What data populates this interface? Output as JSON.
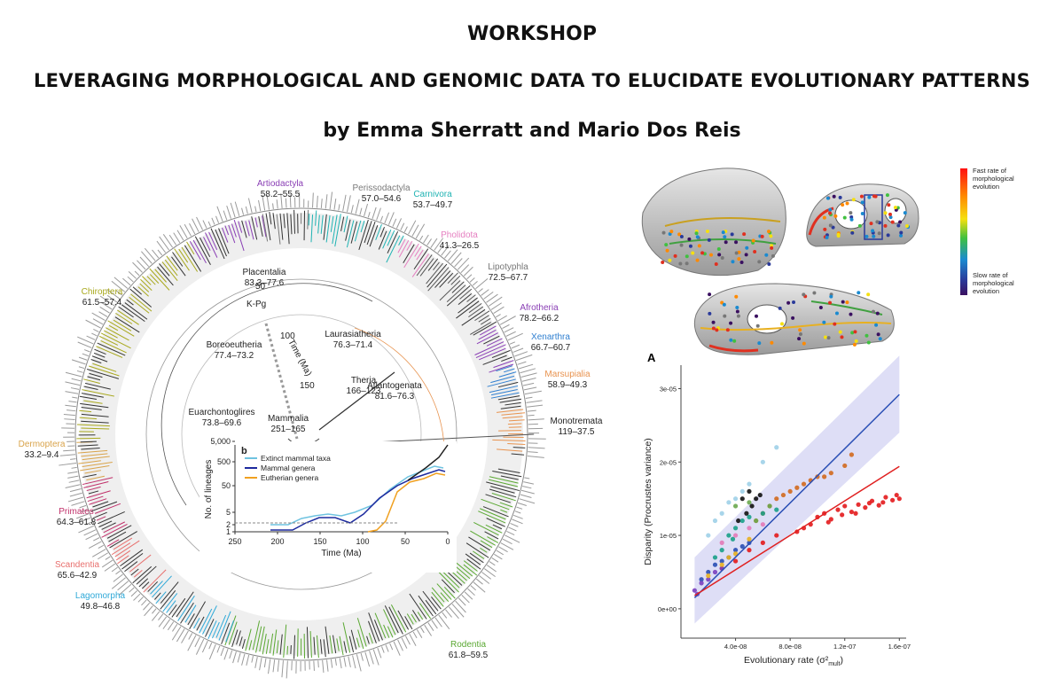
{
  "header": {
    "line1": "WORKSHOP",
    "line2": "LEVERAGING MORPHOLOGICAL AND GENOMIC DATA TO ELUCIDATE EVOLUTIONARY PATTERNS",
    "line3": "by Emma Sherratt and Mario Dos Reis"
  },
  "tree": {
    "clades": [
      {
        "name": "Artiodactyla",
        "range": "58.2–55.5",
        "color": "#8a3fb5"
      },
      {
        "name": "Perissodactyla",
        "range": "57.0–54.6",
        "color": "#7a7a7a"
      },
      {
        "name": "Carnivora",
        "range": "53.7–49.7",
        "color": "#1fb3b3"
      },
      {
        "name": "Pholidota",
        "range": "41.3–26.5",
        "color": "#e57fc0"
      },
      {
        "name": "Lipotyphla",
        "range": "72.5–67.7",
        "color": "#777777"
      },
      {
        "name": "Afrotheria",
        "range": "78.2–66.2",
        "color": "#8a3fb5"
      },
      {
        "name": "Xenarthra",
        "range": "66.7–60.7",
        "color": "#2f7fd0"
      },
      {
        "name": "Marsupialia",
        "range": "58.9–49.3",
        "color": "#e8934f"
      },
      {
        "name": "Monotremata",
        "range": "119–37.5",
        "color": "#222222"
      },
      {
        "name": "Rodentia",
        "range": "61.8–59.5",
        "color": "#5aa832"
      },
      {
        "name": "Lagomorpha",
        "range": "49.8–46.8",
        "color": "#2fa9d8"
      },
      {
        "name": "Scandentia",
        "range": "65.6–42.9",
        "color": "#e8706e"
      },
      {
        "name": "Primates",
        "range": "64.3–61.8",
        "color": "#c0306a"
      },
      {
        "name": "Dermoptera",
        "range": "33.2–9.4",
        "color": "#d9a34a"
      },
      {
        "name": "Chiroptera",
        "range": "61.5–57.4",
        "color": "#a8a81c"
      }
    ],
    "nodes": [
      {
        "name": "Placentalia",
        "range": "83.3–77.6"
      },
      {
        "name": "Laurasiatheria",
        "range": "76.3–71.4"
      },
      {
        "name": "Boreoeutheria",
        "range": "77.4–73.2"
      },
      {
        "name": "Theria",
        "range": "166–123"
      },
      {
        "name": "Atlantogenata",
        "range": "81.6–76.3"
      },
      {
        "name": "Euarchontoglires",
        "range": "73.8–69.6"
      },
      {
        "name": "Mammalia",
        "range": "251–165"
      }
    ],
    "time_axis": {
      "label": "Time (Ma)",
      "ticks": [
        "50",
        "100",
        "150"
      ],
      "kpg": "K-Pg"
    }
  },
  "inset": {
    "panel": "b",
    "ylabel": "No. of lineages",
    "xlabel": "Time (Ma)",
    "yticks": [
      "1",
      "2",
      "5",
      "50",
      "500",
      "5,000"
    ],
    "xticks": [
      "250",
      "200",
      "150",
      "100",
      "50",
      "0"
    ],
    "legend": [
      {
        "name": "Extinct mammal taxa",
        "color": "#6fc3e0"
      },
      {
        "name": "Mammal genera",
        "color": "#1d2a9e"
      },
      {
        "name": "Eutherian genera",
        "color": "#f0a020"
      }
    ]
  },
  "colorbar": {
    "top_label_lines": [
      "Fast rate of",
      "morphological",
      "evolution"
    ],
    "bottom_label_lines": [
      "Slow rate of",
      "morphological",
      "evolution"
    ]
  },
  "chart_data": {
    "type": "scatter",
    "panel": "A",
    "xlabel": "Evolutionary rate (σ²",
    "xlabel_sub": "mult",
    "ylabel": "Disparity (Procrustes variance)",
    "xticks": [
      {
        "v": 4e-08,
        "label": "4.0e-08"
      },
      {
        "v": 8e-08,
        "label": "8.0e-08"
      },
      {
        "v": 1.2e-07,
        "label": "1.2e-07"
      },
      {
        "v": 1.6e-07,
        "label": "1.6e-07"
      }
    ],
    "yticks": [
      {
        "v": 0,
        "label": "0e+00"
      },
      {
        "v": 1e-05,
        "label": "1e-05"
      },
      {
        "v": 2e-05,
        "label": "2e-05"
      },
      {
        "v": 3e-05,
        "label": "3e-05"
      }
    ],
    "xlim": [
      0,
      1.65e-07
    ],
    "ylim": [
      -4e-06,
      3.32e-05
    ],
    "fits": [
      {
        "color": "#2a4fb5",
        "x": [
          1e-08,
          1.6e-07
        ],
        "y": [
          1.5e-06,
          2.92e-05
        ]
      },
      {
        "color": "#e02020",
        "x": [
          1e-08,
          1.6e-07
        ],
        "y": [
          1.8e-06,
          1.94e-05
        ]
      }
    ],
    "groups": [
      {
        "color": "#e31a1c",
        "points": [
          [
            1e-07,
            1.25e-05
          ],
          [
            1.05e-07,
            1.3e-05
          ],
          [
            1.1e-07,
            1.22e-05
          ],
          [
            1.15e-07,
            1.35e-05
          ],
          [
            1.2e-07,
            1.4e-05
          ],
          [
            1.25e-07,
            1.32e-05
          ],
          [
            1.3e-07,
            1.42e-05
          ],
          [
            1.35e-07,
            1.38e-05
          ],
          [
            1.4e-07,
            1.47e-05
          ],
          [
            1.45e-07,
            1.41e-05
          ],
          [
            1.5e-07,
            1.52e-05
          ],
          [
            1.55e-07,
            1.48e-05
          ],
          [
            1.6e-07,
            1.5e-05
          ],
          [
            9.5e-08,
            1.15e-05
          ],
          [
            9e-08,
            1.1e-05
          ],
          [
            8.5e-08,
            1.05e-05
          ],
          [
            1.28e-07,
            1.3e-05
          ],
          [
            1.38e-07,
            1.44e-05
          ],
          [
            1.48e-07,
            1.45e-05
          ],
          [
            1.58e-07,
            1.55e-05
          ],
          [
            7e-08,
            1e-05
          ],
          [
            6e-08,
            9e-06
          ],
          [
            5e-08,
            8e-06
          ],
          [
            4e-08,
            6.5e-06
          ],
          [
            3e-08,
            5.5e-06
          ],
          [
            1.18e-07,
            1.28e-05
          ],
          [
            1.08e-07,
            1.18e-05
          ]
        ]
      },
      {
        "color": "#d2691e",
        "points": [
          [
            6e-08,
            1.3e-05
          ],
          [
            7e-08,
            1.5e-05
          ],
          [
            8e-08,
            1.6e-05
          ],
          [
            9e-08,
            1.7e-05
          ],
          [
            1e-07,
            1.8e-05
          ],
          [
            1.1e-07,
            1.85e-05
          ],
          [
            1.2e-07,
            1.95e-05
          ],
          [
            1.25e-07,
            2.1e-05
          ],
          [
            6.5e-08,
            1.4e-05
          ],
          [
            7.5e-08,
            1.55e-05
          ],
          [
            8.5e-08,
            1.65e-05
          ],
          [
            5.5e-08,
            1.2e-05
          ],
          [
            9.5e-08,
            1.75e-05
          ],
          [
            1.05e-07,
            1.8e-05
          ]
        ]
      },
      {
        "color": "#111111",
        "points": [
          [
            4.5e-08,
            1.5e-05
          ],
          [
            5e-08,
            1.6e-05
          ],
          [
            5.5e-08,
            1.5e-05
          ],
          [
            5.2e-08,
            1.4e-05
          ],
          [
            4.8e-08,
            1.3e-05
          ],
          [
            5.8e-08,
            1.55e-05
          ],
          [
            4.2e-08,
            1.2e-05
          ]
        ]
      },
      {
        "color": "#1aa088",
        "points": [
          [
            3e-08,
            8e-06
          ],
          [
            3.5e-08,
            1e-05
          ],
          [
            4e-08,
            1.1e-05
          ],
          [
            4.5e-08,
            1.2e-05
          ],
          [
            5e-08,
            1.25e-05
          ],
          [
            3.8e-08,
            9.5e-06
          ],
          [
            2.5e-08,
            7e-06
          ],
          [
            6e-08,
            1.3e-05
          ],
          [
            7e-08,
            1.35e-05
          ]
        ]
      },
      {
        "color": "#2a4fb5",
        "points": [
          [
            2e-08,
            5e-06
          ],
          [
            2.5e-08,
            6e-06
          ],
          [
            3e-08,
            6.5e-06
          ],
          [
            3.5e-08,
            7e-06
          ],
          [
            4e-08,
            8e-06
          ],
          [
            4.5e-08,
            8.5e-06
          ],
          [
            5e-08,
            9e-06
          ],
          [
            1.5e-08,
            4e-06
          ]
        ]
      },
      {
        "color": "#9fd0e8",
        "points": [
          [
            2e-08,
            1e-05
          ],
          [
            2.5e-08,
            1.2e-05
          ],
          [
            3e-08,
            1.3e-05
          ],
          [
            3.5e-08,
            1.45e-05
          ],
          [
            4e-08,
            1.5e-05
          ],
          [
            6e-08,
            2e-05
          ],
          [
            7e-08,
            2.2e-05
          ],
          [
            5e-08,
            1.7e-05
          ],
          [
            4.5e-08,
            1.6e-05
          ]
        ]
      },
      {
        "color": "#7a3fbf",
        "points": [
          [
            1e-08,
            2.5e-06
          ],
          [
            1.5e-08,
            3.5e-06
          ],
          [
            2e-08,
            4e-06
          ],
          [
            2.5e-08,
            5e-06
          ],
          [
            3e-08,
            5.5e-06
          ],
          [
            1.2e-08,
            2e-06
          ]
        ]
      },
      {
        "color": "#e8b020",
        "points": [
          [
            2e-08,
            4.5e-06
          ],
          [
            3e-08,
            6e-06
          ],
          [
            4e-08,
            7.5e-06
          ],
          [
            5e-08,
            9.5e-06
          ],
          [
            3.5e-08,
            7e-06
          ]
        ]
      },
      {
        "color": "#e37ab8",
        "points": [
          [
            3e-08,
            9e-06
          ],
          [
            4e-08,
            1e-05
          ],
          [
            5e-08,
            1.1e-05
          ],
          [
            6e-08,
            1.15e-05
          ]
        ]
      },
      {
        "color": "#6aa84f",
        "points": [
          [
            4e-08,
            1.4e-05
          ],
          [
            5e-08,
            1.45e-05
          ],
          [
            5.5e-08,
            1.2e-05
          ],
          [
            6.5e-08,
            1.4e-05
          ]
        ]
      }
    ]
  }
}
